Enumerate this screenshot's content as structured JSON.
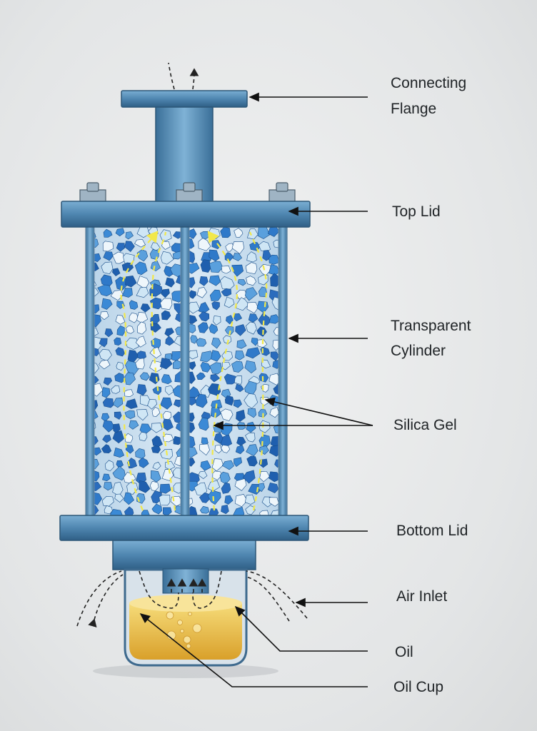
{
  "labels": {
    "connecting_flange": [
      "Connecting",
      "Flange"
    ],
    "top_lid": "Top Lid",
    "transparent_cylinder": [
      "Transparent",
      "Cylinder"
    ],
    "silica_gel": "Silica Gel",
    "bottom_lid": "Bottom Lid",
    "air_inlet": "Air Inlet",
    "oil": "Oil",
    "oil_cup": "Oil Cup"
  },
  "colors": {
    "metal": "#4f86b0",
    "gel_blue": "#2f79c9",
    "gel_light": "#cfe6f5",
    "oil": "#e9b83a",
    "airflow": "#f2e84a"
  }
}
